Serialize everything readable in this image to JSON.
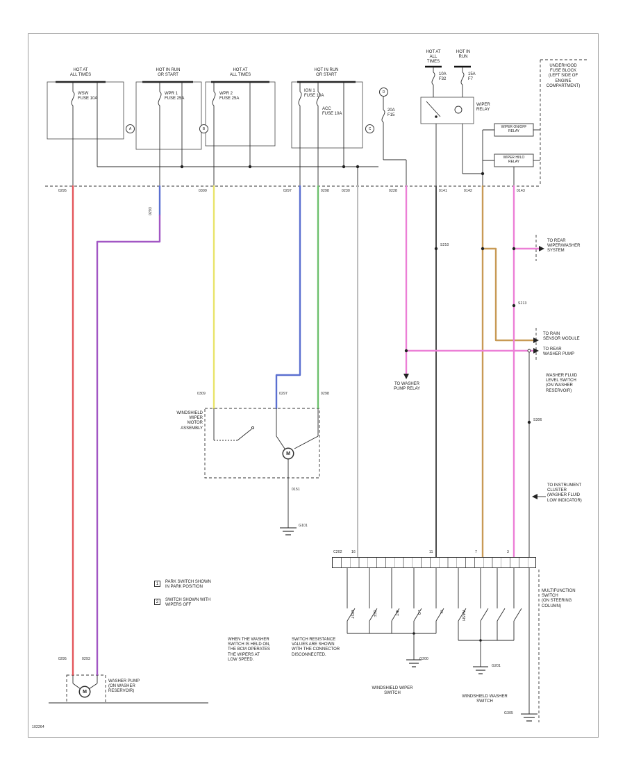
{
  "colors": {
    "red": "#e4555a",
    "purple": "#a257c4",
    "yellow": "#e9e469",
    "blue": "#5a6fd0",
    "green": "#6cc06c",
    "gray": "#bdbdbd",
    "black": "#4a4a4a",
    "tan": "#c89a55",
    "pink": "#ec7fd6"
  },
  "feeds": {
    "f1": "HOT AT\nALL TIMES",
    "f2": "HOT IN RUN\nOR START",
    "f3": "HOT AT\nALL TIMES",
    "f4": "HOT IN RUN\nOR START",
    "f5": "HOT AT\nALL\nTIMES",
    "f6": "HOT IN\nRUN"
  },
  "fuses": {
    "b1": "WSW\nFUSE 10A",
    "b2": "WPR 1\nFUSE 25A",
    "b3": "WPR 2\nFUSE 25A",
    "b4": "IGN 1\nFUSE 10A",
    "b4b": "ACC\nFUSE 10A",
    "rf1": "10A\nF32",
    "rf2": "15A\nF7",
    "rf3": "20A\nF15"
  },
  "relay": {
    "label": "WIPER\nRELAY",
    "box1": "WIPER ON/OFF\nRELAY",
    "box2": "WIPER HI/LO\nRELAY"
  },
  "corner_block": "UNDERHOOD\nFUSE BLOCK\n(LEFT SIDE OF\nENGINE\nCOMPARTMENT)",
  "connectors": {
    "a": "A",
    "b": "B",
    "c": "C",
    "d": "D"
  },
  "codes": {
    "red_top": "0295",
    "purple_mid": "0293",
    "yellow_top": "0309",
    "blue_top": "0297",
    "green_top": "0298",
    "gray_top": "0230",
    "pink1_top": "0228",
    "black_top": "0141",
    "tan_top": "0142",
    "pink2_top": "0143",
    "yellow_bot": "0309",
    "blue_bot": "0297",
    "green_bot": "0298",
    "motor_gnd": "0151",
    "red_bot": "0295",
    "purple_bot": "0293"
  },
  "splices": {
    "s210": "S210",
    "s213": "S213",
    "s306": "S306"
  },
  "grounds": {
    "g101": "G101",
    "g200": "G200",
    "g201": "G201",
    "g305": "G305"
  },
  "arrows": {
    "a1": "TO REAR\nWIPER/WASHER\nSYSTEM",
    "a2": "TO RAIN\nSENSOR MODULE",
    "a3": "TO REAR\nWASHER PUMP",
    "a4": "TO WASHER\nPUMP RELAY"
  },
  "right_blocks": {
    "rb1": "WASHER FLUID\nLEVEL SWITCH\n(ON WASHER\nRESERVOIR)",
    "rb3": "TO INSTRUMENT\nCLUSTER\n(WASHER FLUID\nLOW INDICATOR)"
  },
  "motor": {
    "label": "WINDSHIELD\nWIPER\nMOTOR\nASSEMBLY",
    "m": "M"
  },
  "pump": {
    "label": "WASHER PUMP\n(ON WASHER\nRESERVOIR)",
    "m": "M"
  },
  "legend": {
    "l1n": "1",
    "l1t": "PARK SWITCH SHOWN\nIN PARK POSITION",
    "l2n": "2",
    "l2t": "SWITCH SHOWN WITH\nWIPERS OFF"
  },
  "notes": {
    "n1": "WHEN THE WASHER\nSWITCH IS HELD ON,\nTHE BCM OPERATES\nTHE WIPERS AT\nLOW SPEED.",
    "n2": "SWITCH RESISTANCE\nVALUES ARE SHOWN\nWITH THE CONNECTOR\nDISCONNECTED."
  },
  "switch": {
    "conn": "C202",
    "pin1": "16",
    "pin2": "11",
    "pin3": "7",
    "pin4": "3",
    "pos": [
      "MIST",
      "OFF",
      "INT",
      "LO",
      "HI",
      "WASH"
    ],
    "lb1": "WINDSHIELD WIPER\nSWITCH",
    "lb2": "WINDSHIELD WASHER\nSWITCH",
    "col_label": "MULTIFUNCTION\nSWITCH\n(ON STEERING\nCOLUMN)"
  },
  "footer": "102264"
}
